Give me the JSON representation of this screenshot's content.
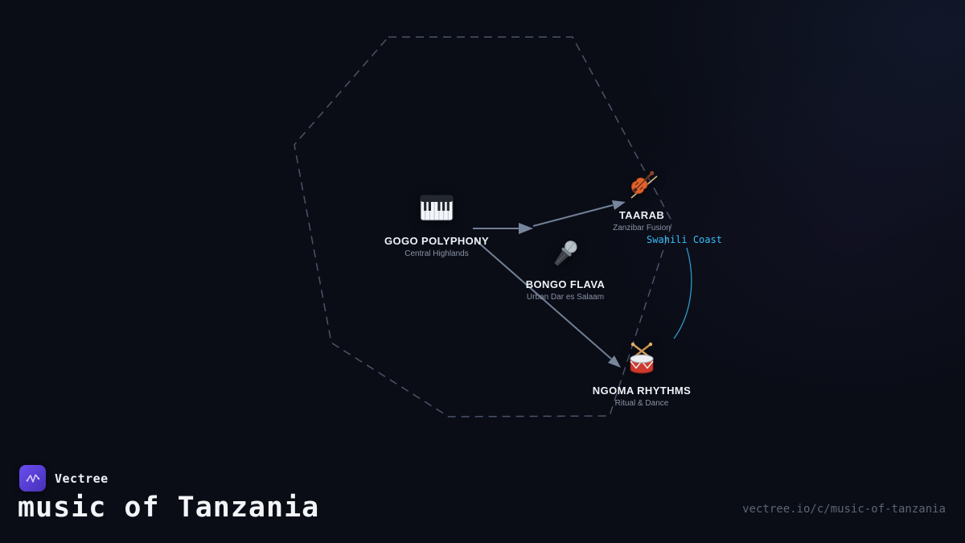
{
  "brand": {
    "name": "Vectree"
  },
  "footer": {
    "title": "music of Tanzania",
    "url": "vectree.io/c/music-of-tanzania"
  },
  "graph": {
    "nodes": [
      {
        "label": "GOGO POLYPHONY",
        "sublabel": "Central Highlands",
        "icon": "piano-icon"
      },
      {
        "label": "TAARAB",
        "sublabel": "Zanzibar Fusion",
        "icon": "violin-icon"
      },
      {
        "label": "BONGO FLAVA",
        "sublabel": "Urban Dar es Salaam",
        "icon": "microphone-icon"
      },
      {
        "label": "NGOMA RHYTHMS",
        "sublabel": "Ritual & Dance",
        "icon": "drum-icon"
      }
    ],
    "annotations": [
      {
        "label": "Swahili Coast",
        "color": "#38bdf8"
      }
    ],
    "edges": [
      {
        "from": "GOGO POLYPHONY",
        "to": "TAARAB",
        "style": "arrow"
      },
      {
        "from": "GOGO POLYPHONY",
        "to": "NGOMA RHYTHMS",
        "style": "arrow"
      },
      {
        "from": "Swahili Coast",
        "to": "NGOMA RHYTHMS",
        "style": "curved-accent"
      }
    ],
    "colors": {
      "edge": "#8494ab",
      "outline": "#566079",
      "accent": "#38bdf8"
    }
  }
}
